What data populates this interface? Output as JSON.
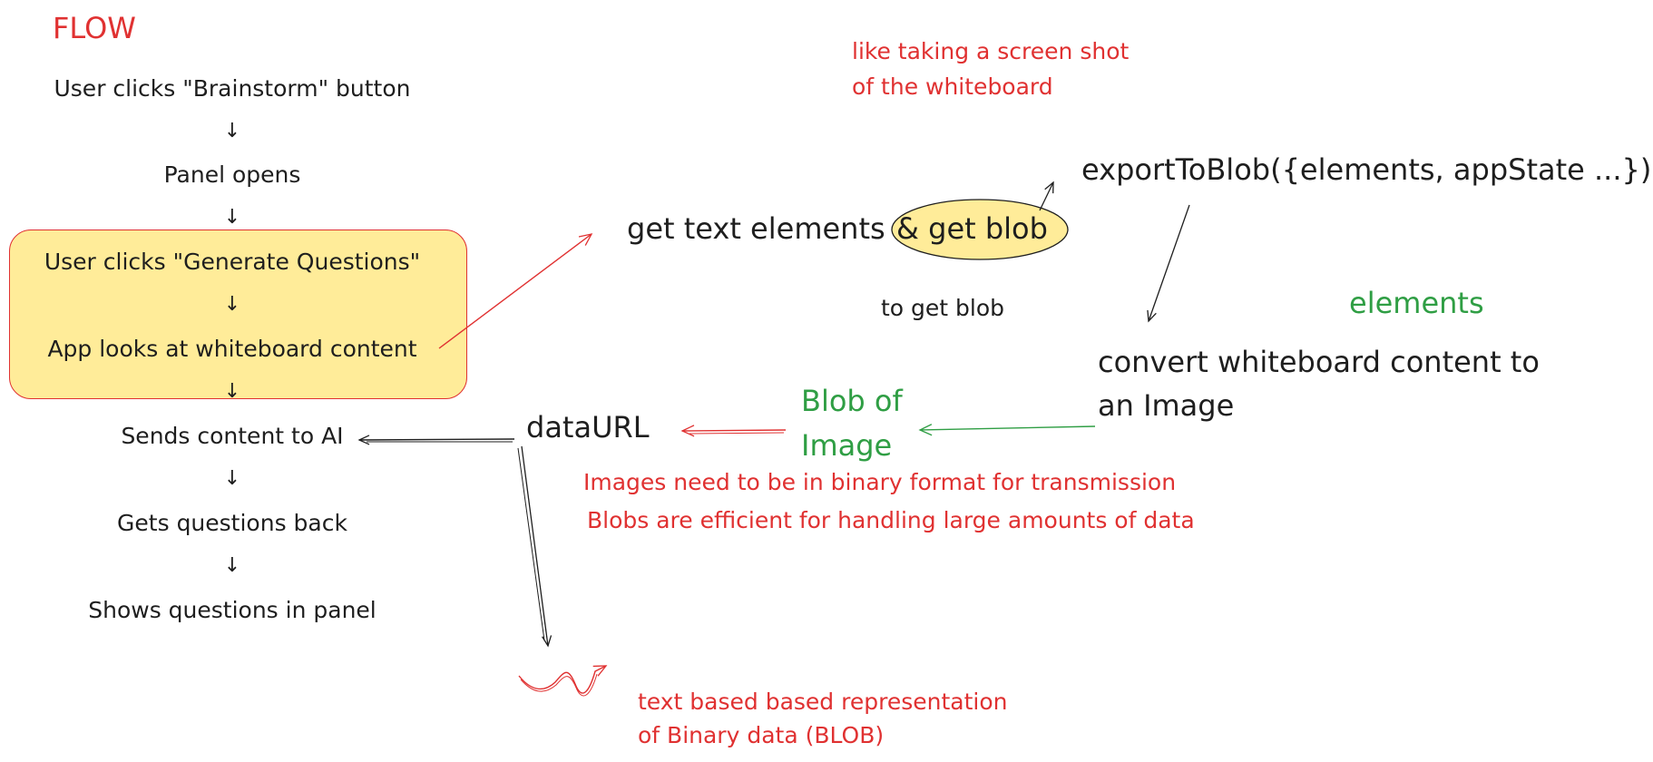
{
  "flow": {
    "title": "FLOW",
    "step1": "User clicks \"Brainstorm\" button",
    "step2": "Panel opens",
    "step3": "User clicks \"Generate Questions\"",
    "step4": "App looks at whiteboard content",
    "step5": "Sends content to AI",
    "step6": "Gets questions back",
    "step7": "Shows questions in panel",
    "down_arrow": "↓"
  },
  "notes": {
    "screenshot_line1": "like taking a screen shot",
    "screenshot_line2": "of the whiteboard",
    "get_text_elements": "get text elements",
    "get_blob": "& get blob",
    "to_get_blob": "to get blob",
    "export_call": "exportToBlob({elements, appState ...})",
    "elements_label": "elements",
    "convert_line1": "convert whiteboard content to",
    "convert_line2": "an Image",
    "blob_line1": "Blob of",
    "blob_line2": "Image",
    "data_url": "dataURL",
    "binary_note": "Images need to be in binary format for transmission",
    "efficient_note": "Blobs are efficient for handling large amounts of data",
    "repr_line1": "text based based representation",
    "repr_line2": "of Binary data (BLOB)"
  },
  "colors": {
    "ink": "#1e1e1e",
    "red": "#e03131",
    "green": "#2f9e44",
    "highlight": "#ffec99"
  }
}
